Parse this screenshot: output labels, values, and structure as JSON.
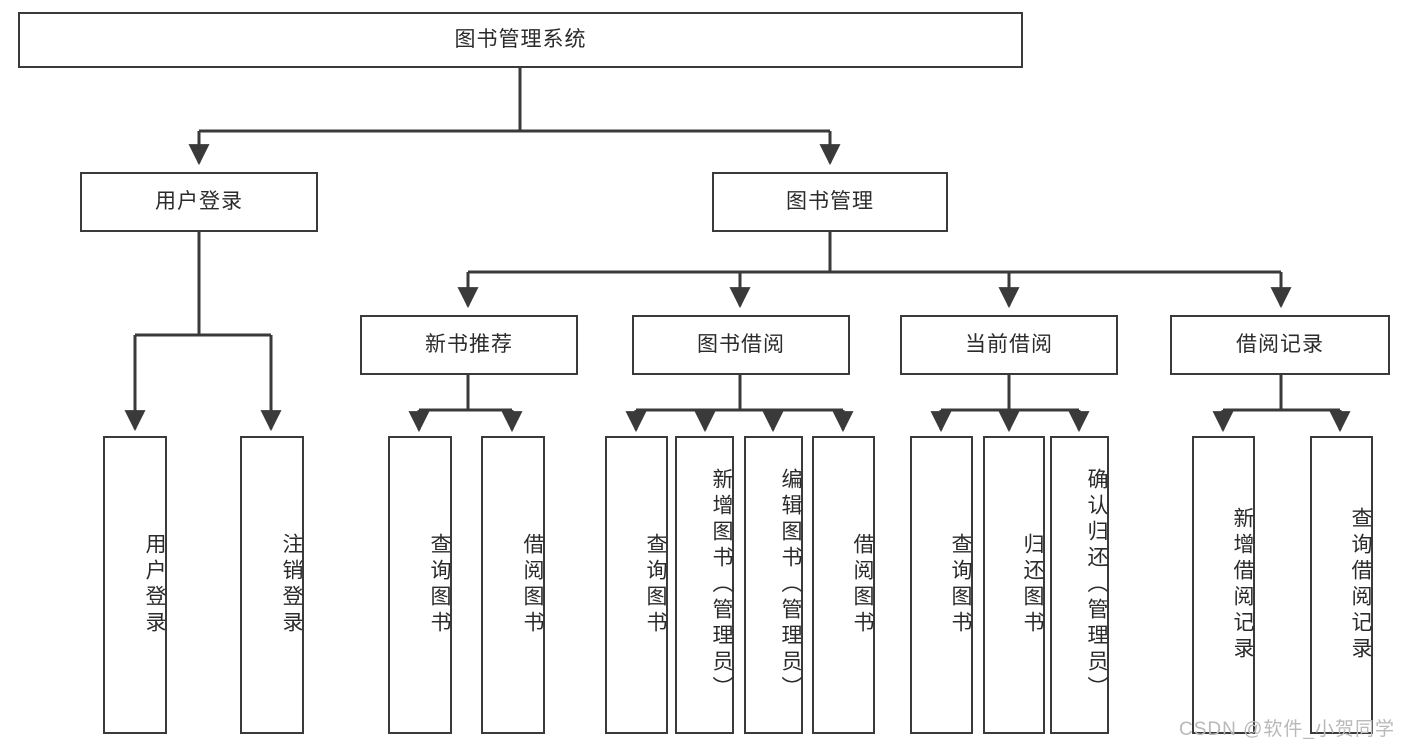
{
  "diagram": {
    "title": "图书管理系统",
    "type": "tree-hierarchy-functional-structure",
    "root": {
      "label": "图书管理系统"
    },
    "level2": [
      {
        "label": "用户登录"
      },
      {
        "label": "图书管理"
      }
    ],
    "level3": [
      {
        "label": "新书推荐"
      },
      {
        "label": "图书借阅"
      },
      {
        "label": "当前借阅"
      },
      {
        "label": "借阅记录"
      }
    ],
    "leaves": {
      "user_login": [
        {
          "label": "用户登录"
        },
        {
          "label": "注销登录"
        }
      ],
      "new_book_recommend": [
        {
          "label": "查询图书"
        },
        {
          "label": "借阅图书"
        }
      ],
      "book_borrow": [
        {
          "label": "查询图书"
        },
        {
          "label": "新增图书（管理员）"
        },
        {
          "label": "编辑图书（管理员）"
        },
        {
          "label": "借阅图书"
        }
      ],
      "current_borrow": [
        {
          "label": "查询图书"
        },
        {
          "label": "归还图书"
        },
        {
          "label": "确认归还（管理员）"
        }
      ],
      "borrow_record": [
        {
          "label": "新增借阅记录"
        },
        {
          "label": "查询借阅记录"
        }
      ]
    }
  },
  "watermark": {
    "text": "CSDN @软件_小贺同学"
  },
  "colors": {
    "stroke": "#3a3a3a",
    "text": "#2b2b2b",
    "background": "#ffffff",
    "watermark": "#b9b9b9"
  }
}
